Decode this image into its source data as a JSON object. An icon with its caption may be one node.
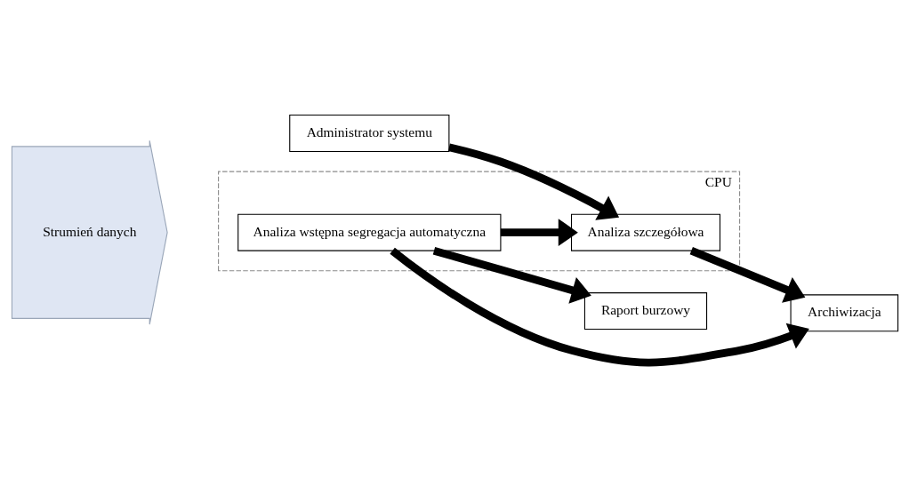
{
  "diagram": {
    "nodes": [
      {
        "text": [
          "Strumień danych"
        ]
      },
      {
        "text": [
          "CPU"
        ]
      },
      {
        "text": [
          "Analiza wstępna segregacja automatyczna"
        ],
        "in": 1
      },
      {
        "text": [
          "Analiza szczegółowa"
        ],
        "in": 1
      },
      {
        "text": [
          "Raport burzowy"
        ]
      },
      {
        "text": [
          "Archiwizacja"
        ]
      },
      {
        "text": [
          "Administrator systemu"
        ]
      }
    ],
    "edges": [
      {
        "from": 2,
        "to": 4,
        "arrow": "to"
      },
      {
        "from": 2,
        "to": 5,
        "arrow": "to"
      },
      {
        "from": 2,
        "to": 3,
        "arrow": "to"
      },
      {
        "from": 3,
        "to": 5,
        "arrow": "to"
      },
      {
        "from": 6,
        "to": 3,
        "arrow": "to"
      }
    ]
  }
}
